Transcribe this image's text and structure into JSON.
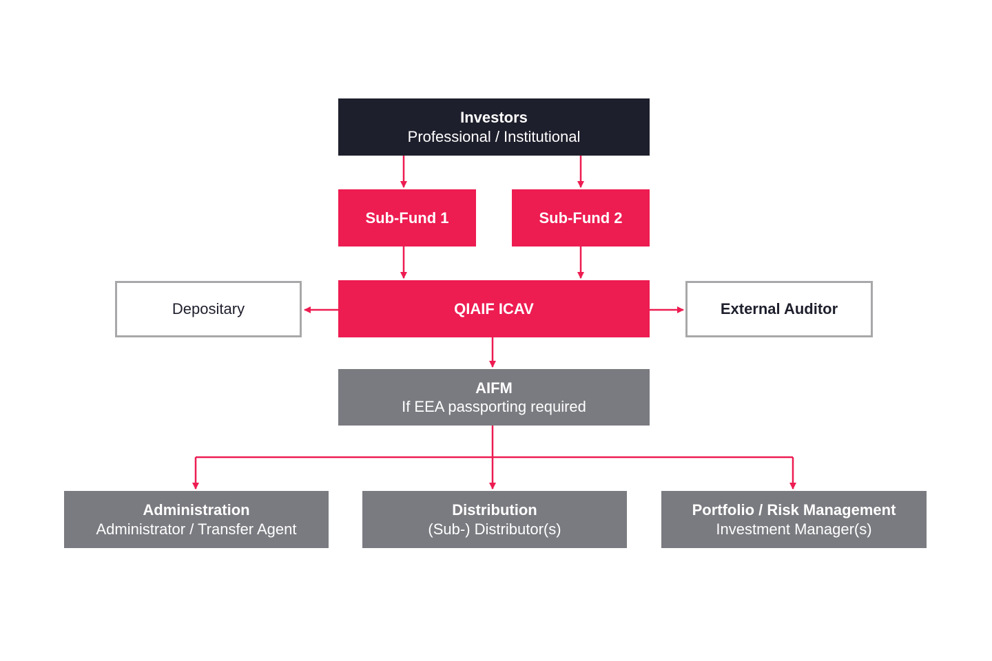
{
  "colors": {
    "dark": "#1e1f2c",
    "accent": "#ed1c51",
    "grey": "#7a7b80",
    "outline": "#a8a8aa",
    "background": "#ffffff"
  },
  "nodes": {
    "investors": {
      "title": "Investors",
      "subtitle": "Professional / Institutional"
    },
    "subfund1": {
      "title": "Sub-Fund 1"
    },
    "subfund2": {
      "title": "Sub-Fund 2"
    },
    "qiaif": {
      "title": "QIAIF ICAV"
    },
    "depositary": {
      "label": "Depositary"
    },
    "auditor": {
      "title": "External Auditor"
    },
    "aifm": {
      "title": "AIFM",
      "subtitle": "If EEA passporting required"
    },
    "administration": {
      "title": "Administration",
      "subtitle": "Administrator / Transfer Agent"
    },
    "distribution": {
      "title": "Distribution",
      "subtitle": "(Sub-) Distributor(s)"
    },
    "portfolio": {
      "title": "Portfolio / Risk Management",
      "subtitle": "Investment Manager(s)"
    }
  },
  "edges": [
    {
      "from": "investors",
      "to": "subfund1"
    },
    {
      "from": "investors",
      "to": "subfund2"
    },
    {
      "from": "subfund1",
      "to": "qiaif"
    },
    {
      "from": "subfund2",
      "to": "qiaif"
    },
    {
      "from": "qiaif",
      "to": "depositary"
    },
    {
      "from": "qiaif",
      "to": "auditor"
    },
    {
      "from": "qiaif",
      "to": "aifm"
    },
    {
      "from": "aifm",
      "to": "administration"
    },
    {
      "from": "aifm",
      "to": "distribution"
    },
    {
      "from": "aifm",
      "to": "portfolio"
    }
  ]
}
